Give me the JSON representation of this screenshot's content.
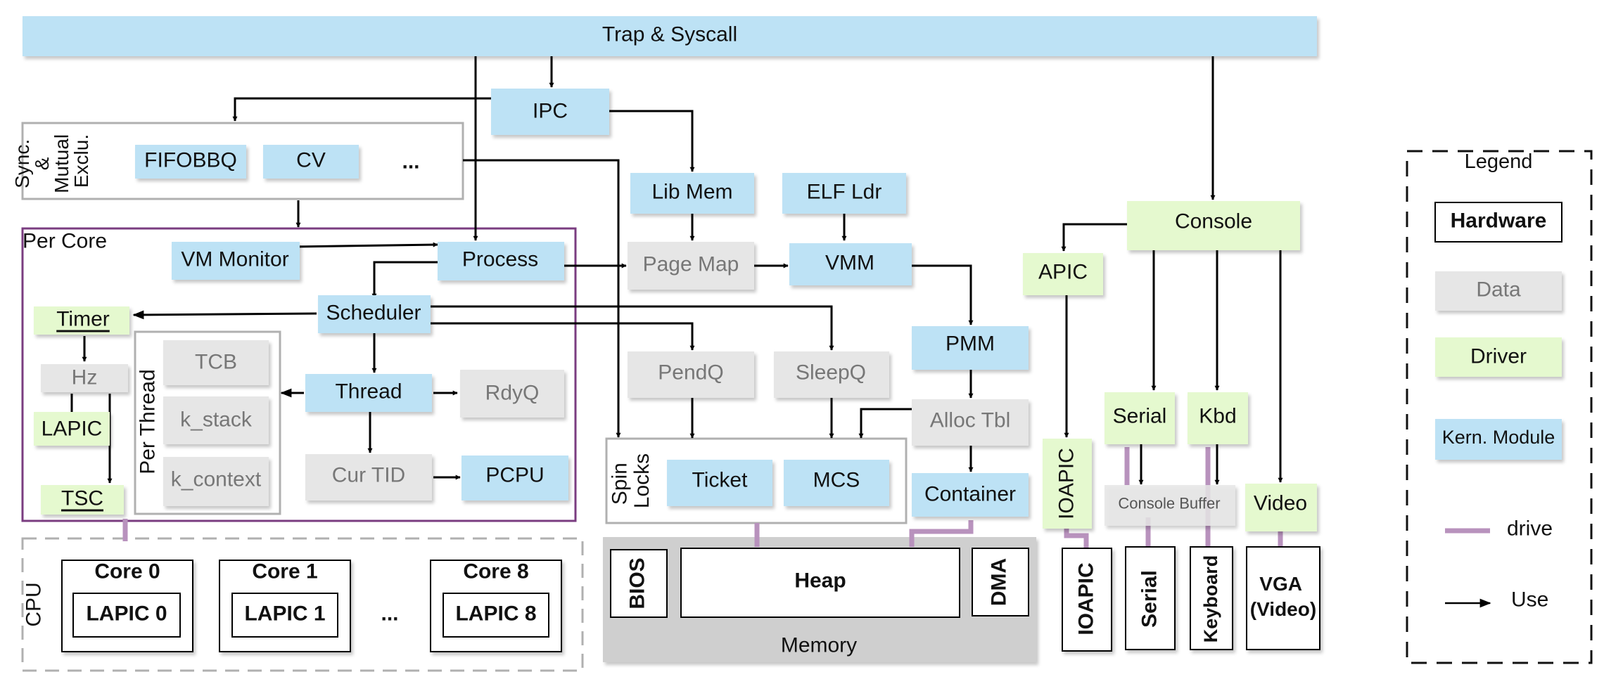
{
  "colors": {
    "kern_module": "#bde2f5",
    "driver": "#e5f9cf",
    "data": "#e6e6e6",
    "data_text": "#777777",
    "memory": "#cfcfcf",
    "group_border": "#b0b0b0",
    "per_core_border": "#7a3c80",
    "drive_line": "#b892bd",
    "arrow": "#000000"
  },
  "top_bar": {
    "label": "Trap & Syscall"
  },
  "sync": {
    "title_lines": [
      "Sync.",
      "&",
      "Mutual",
      "Exclu."
    ],
    "fifobbq": "FIFOBBQ",
    "cv": "CV",
    "ellipsis": "..."
  },
  "ipc": "IPC",
  "per_core": {
    "title": "Per Core",
    "vm_monitor": "VM Monitor",
    "process": "Process",
    "scheduler": "Scheduler",
    "timer": "Timer",
    "hz": "Hz",
    "lapic": "LAPIC",
    "tsc": "TSC",
    "per_thread": "Per Thread",
    "tcb": "TCB",
    "k_stack": "k_stack",
    "k_context": "k_context",
    "thread": "Thread",
    "rdyq": "RdyQ",
    "cur_tid": "Cur TID",
    "pcpu": "PCPU"
  },
  "memory_mgmt": {
    "lib_mem": "Lib Mem",
    "elf_ldr": "ELF Ldr",
    "page_map": "Page Map",
    "vmm": "VMM",
    "pmm": "PMM",
    "alloc_tbl": "Alloc Tbl",
    "container": "Container",
    "pendq": "PendQ",
    "sleepq": "SleepQ"
  },
  "spin_locks": {
    "title_lines": [
      "Spin",
      "Locks"
    ],
    "ticket": "Ticket",
    "mcs": "MCS"
  },
  "devices": {
    "console": "Console",
    "apic": "APIC",
    "ioapic_driver": "IOAPIC",
    "serial": "Serial",
    "kbd": "Kbd",
    "console_buffer": "Console Buffer",
    "video": "Video"
  },
  "cpu": {
    "title": "CPU",
    "cores": [
      {
        "name": "Core 0",
        "lapic": "LAPIC 0"
      },
      {
        "name": "Core 1",
        "lapic": "LAPIC 1"
      },
      {
        "name": "Core 8",
        "lapic": "LAPIC 8"
      }
    ],
    "ellipsis": "..."
  },
  "memory_hw": {
    "title": "Memory",
    "bios": "BIOS",
    "heap": "Heap",
    "dma": "DMA"
  },
  "hw_devices": {
    "ioapic": "IOAPIC",
    "serial": "Serial",
    "keyboard": "Keyboard",
    "vga_lines": [
      "VGA",
      "(Video)"
    ]
  },
  "legend": {
    "title": "Legend",
    "hardware": "Hardware",
    "data": "Data",
    "driver": "Driver",
    "kern_module": "Kern. Module",
    "drive": "drive",
    "use": "Use"
  }
}
